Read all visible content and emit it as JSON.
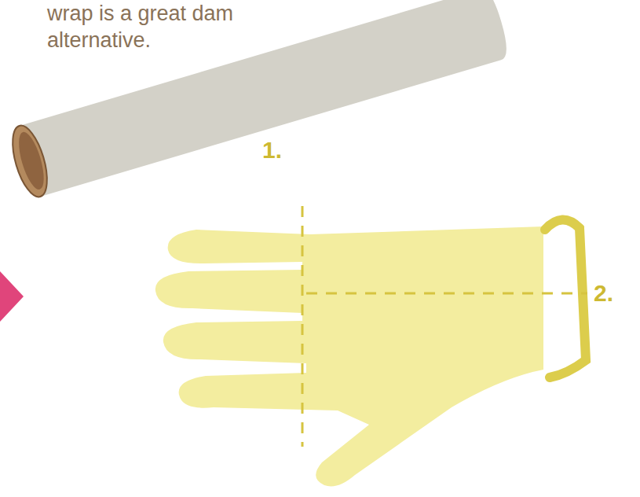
{
  "diagram": {
    "labels": [
      "wrap is a great dam alternative.",
      "1.",
      "2."
    ]
  }
}
